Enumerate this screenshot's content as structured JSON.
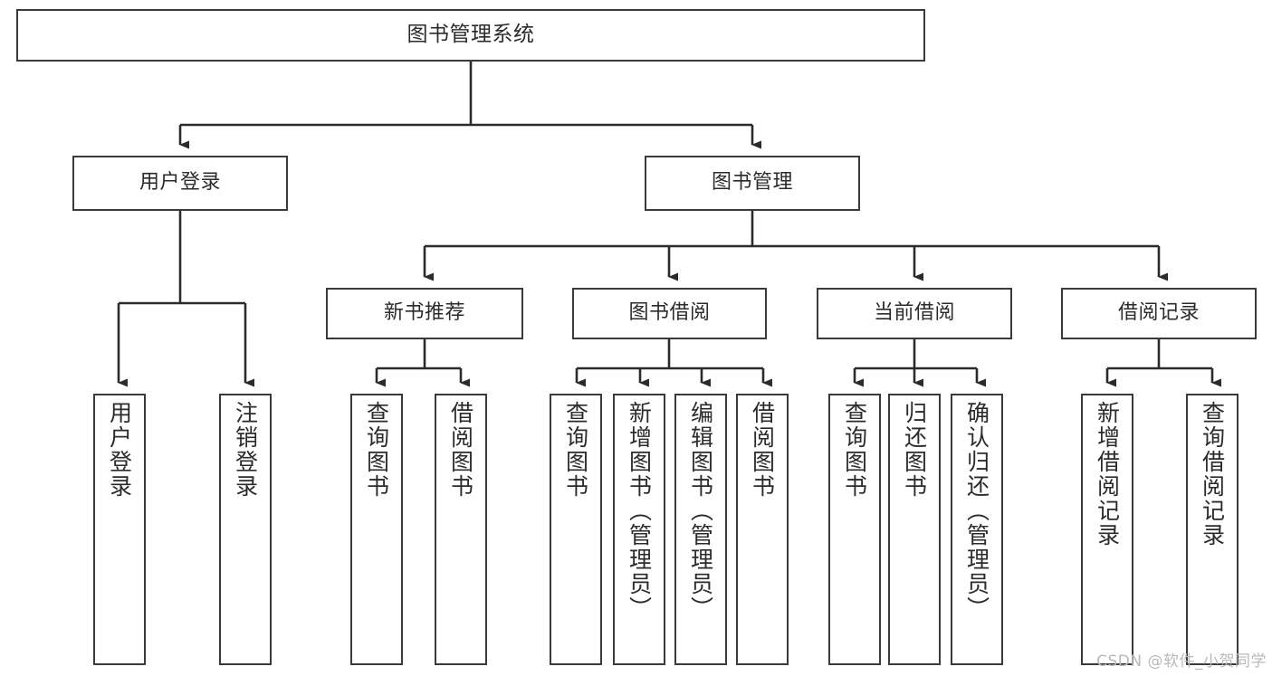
{
  "diagram": {
    "title_node": {
      "id": "root",
      "label": "图书管理系统"
    },
    "level1": [
      {
        "id": "user-login",
        "label": "用户登录"
      },
      {
        "id": "book-management",
        "label": "图书管理"
      }
    ],
    "level2": [
      {
        "id": "new-book-recommend",
        "label": "新书推荐"
      },
      {
        "id": "book-borrow",
        "label": "图书借阅"
      },
      {
        "id": "current-borrow",
        "label": "当前借阅"
      },
      {
        "id": "borrow-record",
        "label": "借阅记录"
      }
    ],
    "leaves": {
      "user_login": [
        {
          "id": "leaf-user-login",
          "label": "用户登录"
        },
        {
          "id": "leaf-logout-login",
          "label": "注销登录"
        }
      ],
      "new_book_recommend": [
        {
          "id": "leaf-query-books-1",
          "label": "查询图书"
        },
        {
          "id": "leaf-borrow-books-1",
          "label": "借阅图书"
        }
      ],
      "book_borrow": [
        {
          "id": "leaf-query-books-2",
          "label": "查询图书"
        },
        {
          "id": "leaf-add-book-admin",
          "label": "新增图书（管理员）"
        },
        {
          "id": "leaf-edit-book-admin",
          "label": "编辑图书（管理员）"
        },
        {
          "id": "leaf-borrow-books-2",
          "label": "借阅图书"
        }
      ],
      "current_borrow": [
        {
          "id": "leaf-query-books-3",
          "label": "查询图书"
        },
        {
          "id": "leaf-return-books",
          "label": "归还图书"
        },
        {
          "id": "leaf-confirm-return-admin",
          "label": "确认归还（管理员）"
        }
      ],
      "borrow_record": [
        {
          "id": "leaf-add-borrow-record",
          "label": "新增借阅记录"
        },
        {
          "id": "leaf-query-borrow-record",
          "label": "查询借阅记录"
        }
      ]
    }
  },
  "watermark": {
    "text": "CSDN @软件_小贺同学"
  },
  "colors": {
    "box_border": "#3a3a3a",
    "edge": "#2b2b2b",
    "background": "#ffffff",
    "text": "#2b2b2b",
    "watermark": "#b9b9b9"
  }
}
